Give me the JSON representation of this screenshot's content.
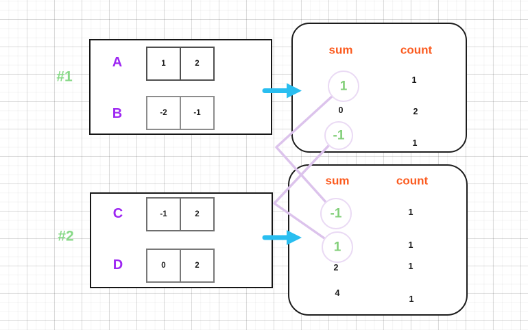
{
  "colors": {
    "header_orange": "#fb5a1e",
    "array_label_purple": "#9d26f2",
    "example_label_green": "#87d987",
    "highlight_green": "#82cf79",
    "arrow_cyan": "#29bef0",
    "connector_lavender": "#dcc3ec",
    "highlight_ring_lavender": "#eadaf4"
  },
  "examples": [
    {
      "label": "#1",
      "arrays": [
        {
          "name": "A",
          "cells": [
            "1",
            "2"
          ]
        },
        {
          "name": "B",
          "cells": [
            "-2",
            "-1"
          ]
        }
      ],
      "table": {
        "sum_header": "sum",
        "count_header": "count",
        "rows": [
          {
            "sum": "1",
            "count": "1",
            "highlighted": true
          },
          {
            "sum": "0",
            "count": "2",
            "highlighted": false
          },
          {
            "sum": "-1",
            "count": "1",
            "highlighted": true
          }
        ]
      }
    },
    {
      "label": "#2",
      "arrays": [
        {
          "name": "C",
          "cells": [
            "-1",
            "2"
          ]
        },
        {
          "name": "D",
          "cells": [
            "0",
            "2"
          ]
        }
      ],
      "table": {
        "sum_header": "sum",
        "count_header": "count",
        "rows": [
          {
            "sum": "-1",
            "count": "1",
            "highlighted": true
          },
          {
            "sum": "1",
            "count": "1",
            "highlighted": true
          },
          {
            "sum": "2",
            "count": "1",
            "highlighted": false
          },
          {
            "sum": "4",
            "count": "1",
            "highlighted": false
          }
        ]
      }
    }
  ],
  "connections": [
    {
      "from_example": "#1",
      "from_sum": "1",
      "to_example": "#2",
      "to_sum": "-1"
    },
    {
      "from_example": "#1",
      "from_sum": "-1",
      "to_example": "#2",
      "to_sum": "1"
    }
  ]
}
